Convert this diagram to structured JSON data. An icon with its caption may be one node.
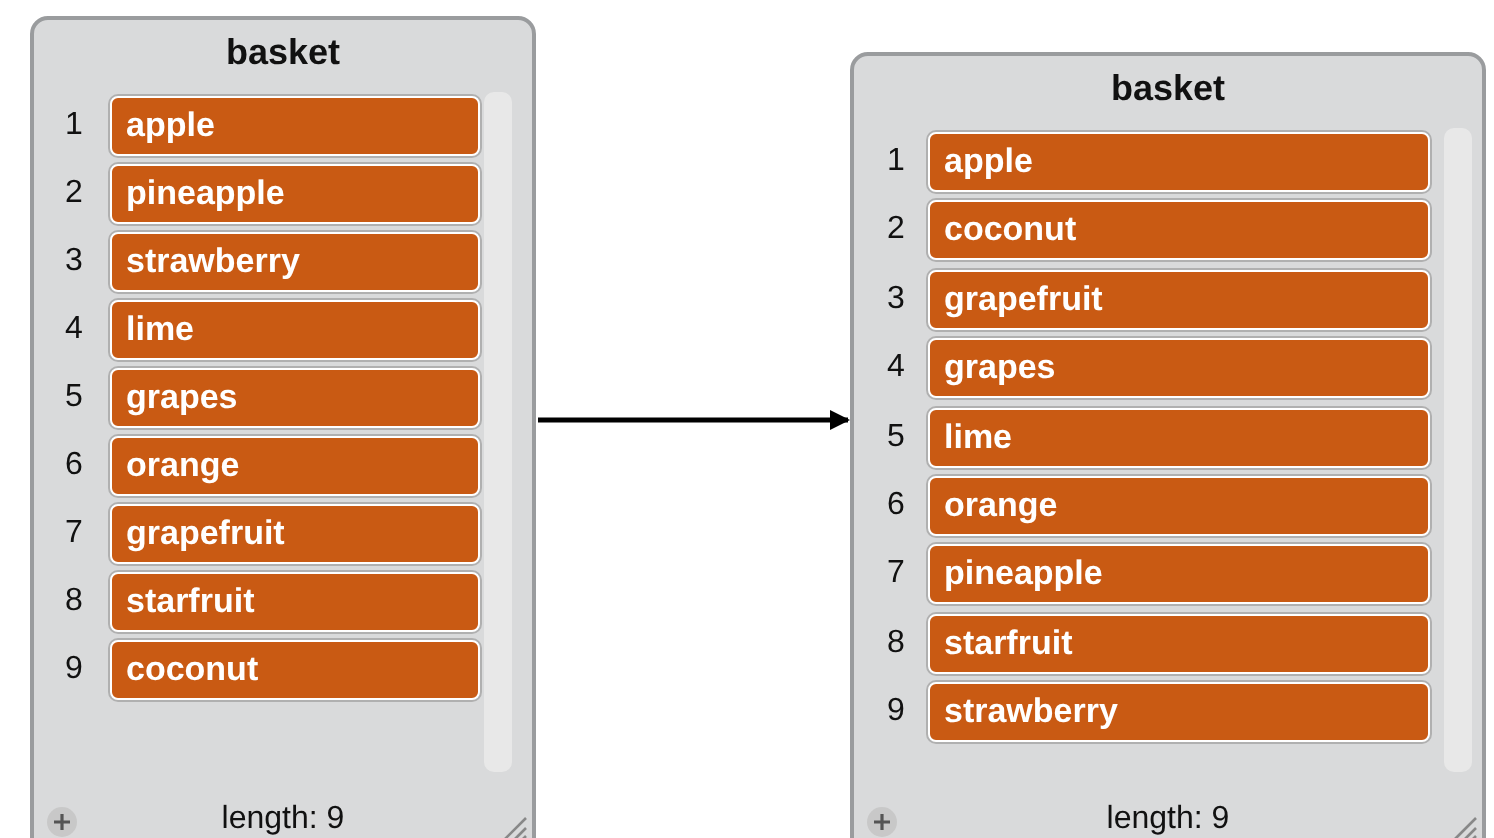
{
  "diagram": {
    "nodes": [
      {
        "text": [
          "basket",
          "length: 9"
        ]
      },
      {
        "text": [
          "apple"
        ],
        "in": 0,
        "beside": [
          "1"
        ]
      },
      {
        "text": [
          "pineapple"
        ],
        "in": 0,
        "beside": [
          "2"
        ]
      },
      {
        "text": [
          "strawberry"
        ],
        "in": 0,
        "beside": [
          "3"
        ]
      },
      {
        "text": [
          "lime"
        ],
        "in": 0,
        "beside": [
          "4"
        ]
      },
      {
        "text": [
          "grapes"
        ],
        "in": 0,
        "beside": [
          "5"
        ]
      },
      {
        "text": [
          "orange"
        ],
        "in": 0,
        "beside": [
          "6"
        ]
      },
      {
        "text": [
          "grapefruit"
        ],
        "in": 0,
        "beside": [
          "7"
        ]
      },
      {
        "text": [
          "starfruit"
        ],
        "in": 0,
        "beside": [
          "8"
        ]
      },
      {
        "text": [
          "coconut"
        ],
        "in": 0,
        "beside": [
          "9"
        ]
      },
      {
        "text": [
          "basket",
          "length: 9"
        ]
      },
      {
        "text": [
          "apple"
        ],
        "in": 10,
        "beside": [
          "1"
        ]
      },
      {
        "text": [
          "coconut"
        ],
        "in": 10,
        "beside": [
          "2"
        ]
      },
      {
        "text": [
          "grapefruit"
        ],
        "in": 10,
        "beside": [
          "3"
        ]
      },
      {
        "text": [
          "grapes"
        ],
        "in": 10,
        "beside": [
          "4"
        ]
      },
      {
        "text": [
          "lime"
        ],
        "in": 10,
        "beside": [
          "5"
        ]
      },
      {
        "text": [
          "orange"
        ],
        "in": 10,
        "beside": [
          "6"
        ]
      },
      {
        "text": [
          "pineapple"
        ],
        "in": 10,
        "beside": [
          "7"
        ]
      },
      {
        "text": [
          "starfruit"
        ],
        "in": 10,
        "beside": [
          "8"
        ]
      },
      {
        "text": [
          "strawberry"
        ],
        "in": 10,
        "beside": [
          "9"
        ]
      }
    ],
    "edges": [
      {
        "from": 0,
        "to": 10,
        "arrow": "to"
      }
    ]
  }
}
